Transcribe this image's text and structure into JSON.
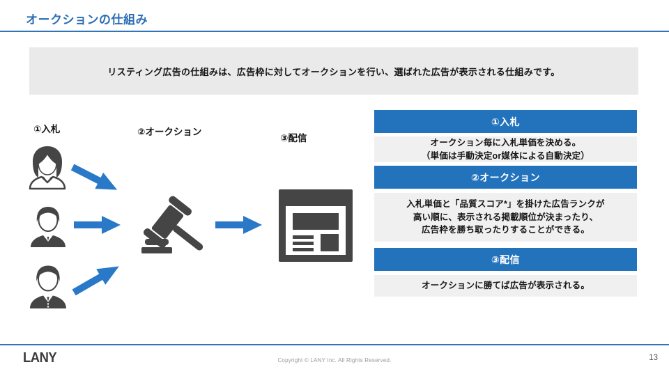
{
  "slide": {
    "title": "オークションの仕組み",
    "intro": "リスティング広告の仕組みは、広告枠に対してオークションを行い、選ばれた広告が表示される仕組みです。",
    "diagram": {
      "step_labels": [
        {
          "label": "①入札"
        },
        {
          "label": "②オークション"
        },
        {
          "label": "③配信"
        }
      ],
      "icons": [
        "woman-bidder-icon",
        "man-bidder-icon",
        "man-tie-bidder-icon",
        "right-arrow-icon",
        "gavel-icon",
        "ad-page-icon"
      ]
    },
    "panel": {
      "sections": [
        {
          "header": "①入札",
          "body": "オークション毎に入札単価を決める。\n（単価は手動決定or媒体による自動決定）"
        },
        {
          "header": "②オークション",
          "body": "入札単価と「品質スコア*」を掛けた広告ランクが\n高い順に、表示される掲載順位が決まったり、\n広告枠を勝ち取ったりすることができる。"
        },
        {
          "header": "③配信",
          "body": "オークションに勝てば広告が表示される。"
        }
      ]
    },
    "footer": {
      "logo": "LANY",
      "copyright": "Copyright © LANY Inc. All Rights Reserved.",
      "page_number": "13"
    },
    "colors": {
      "title_blue": "#2A6DB5",
      "header_bar_blue": "#2272BC",
      "arrow_blue": "#2979C8",
      "rule_blue": "#2E76B8",
      "icon_gray": "#454545",
      "intro_box_gray": "#EAEAEA",
      "panel_box_gray": "#F0F0F0"
    }
  }
}
